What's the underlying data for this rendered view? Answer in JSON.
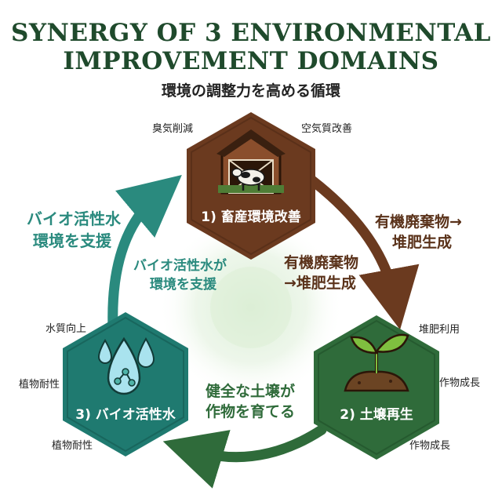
{
  "header": {
    "title_line1": "SYNERGY OF 3 ENVIRONMENTAL",
    "title_line2": "IMPROVEMENT DOMAINS",
    "subtitle": "環境の調整力を高める循環"
  },
  "nodes": {
    "livestock": {
      "label": "1) 畜産環境改善",
      "icon": "barn-with-cow-icon",
      "color": "#6b3a1f",
      "side_labels": [
        "臭気削減",
        "空気質改善"
      ]
    },
    "soil": {
      "label": "2) 土壌再生",
      "icon": "sprout-in-soil-icon",
      "color": "#2f6b3a",
      "side_labels": [
        "堆肥利用",
        "作物成長",
        "作物成長"
      ]
    },
    "water": {
      "label": "3) バイオ活性水",
      "icon": "water-drops-icon",
      "color": "#1f7a70",
      "side_labels": [
        "水質向上",
        "植物耐性",
        "植物耐性"
      ]
    }
  },
  "arrows": {
    "livestock_to_soil": {
      "outer_label_line1": "有機廃棄物→",
      "outer_label_line2": "堆肥生成",
      "inner_label_line1": "有機廃棄物",
      "inner_label_line2": "→堆肥生成",
      "color": "#6b3a1f"
    },
    "soil_to_water": {
      "inner_label_line1": "健全な土壌が",
      "inner_label_line2": "作物を育てる",
      "color": "#2f6b3a"
    },
    "water_to_livestock": {
      "outer_label_line1": "バイオ活性水",
      "outer_label_line2": "環境を支援",
      "inner_label_line1": "バイオ活性水が",
      "inner_label_line2": "環境を支援",
      "color": "#2a8a7e"
    }
  }
}
